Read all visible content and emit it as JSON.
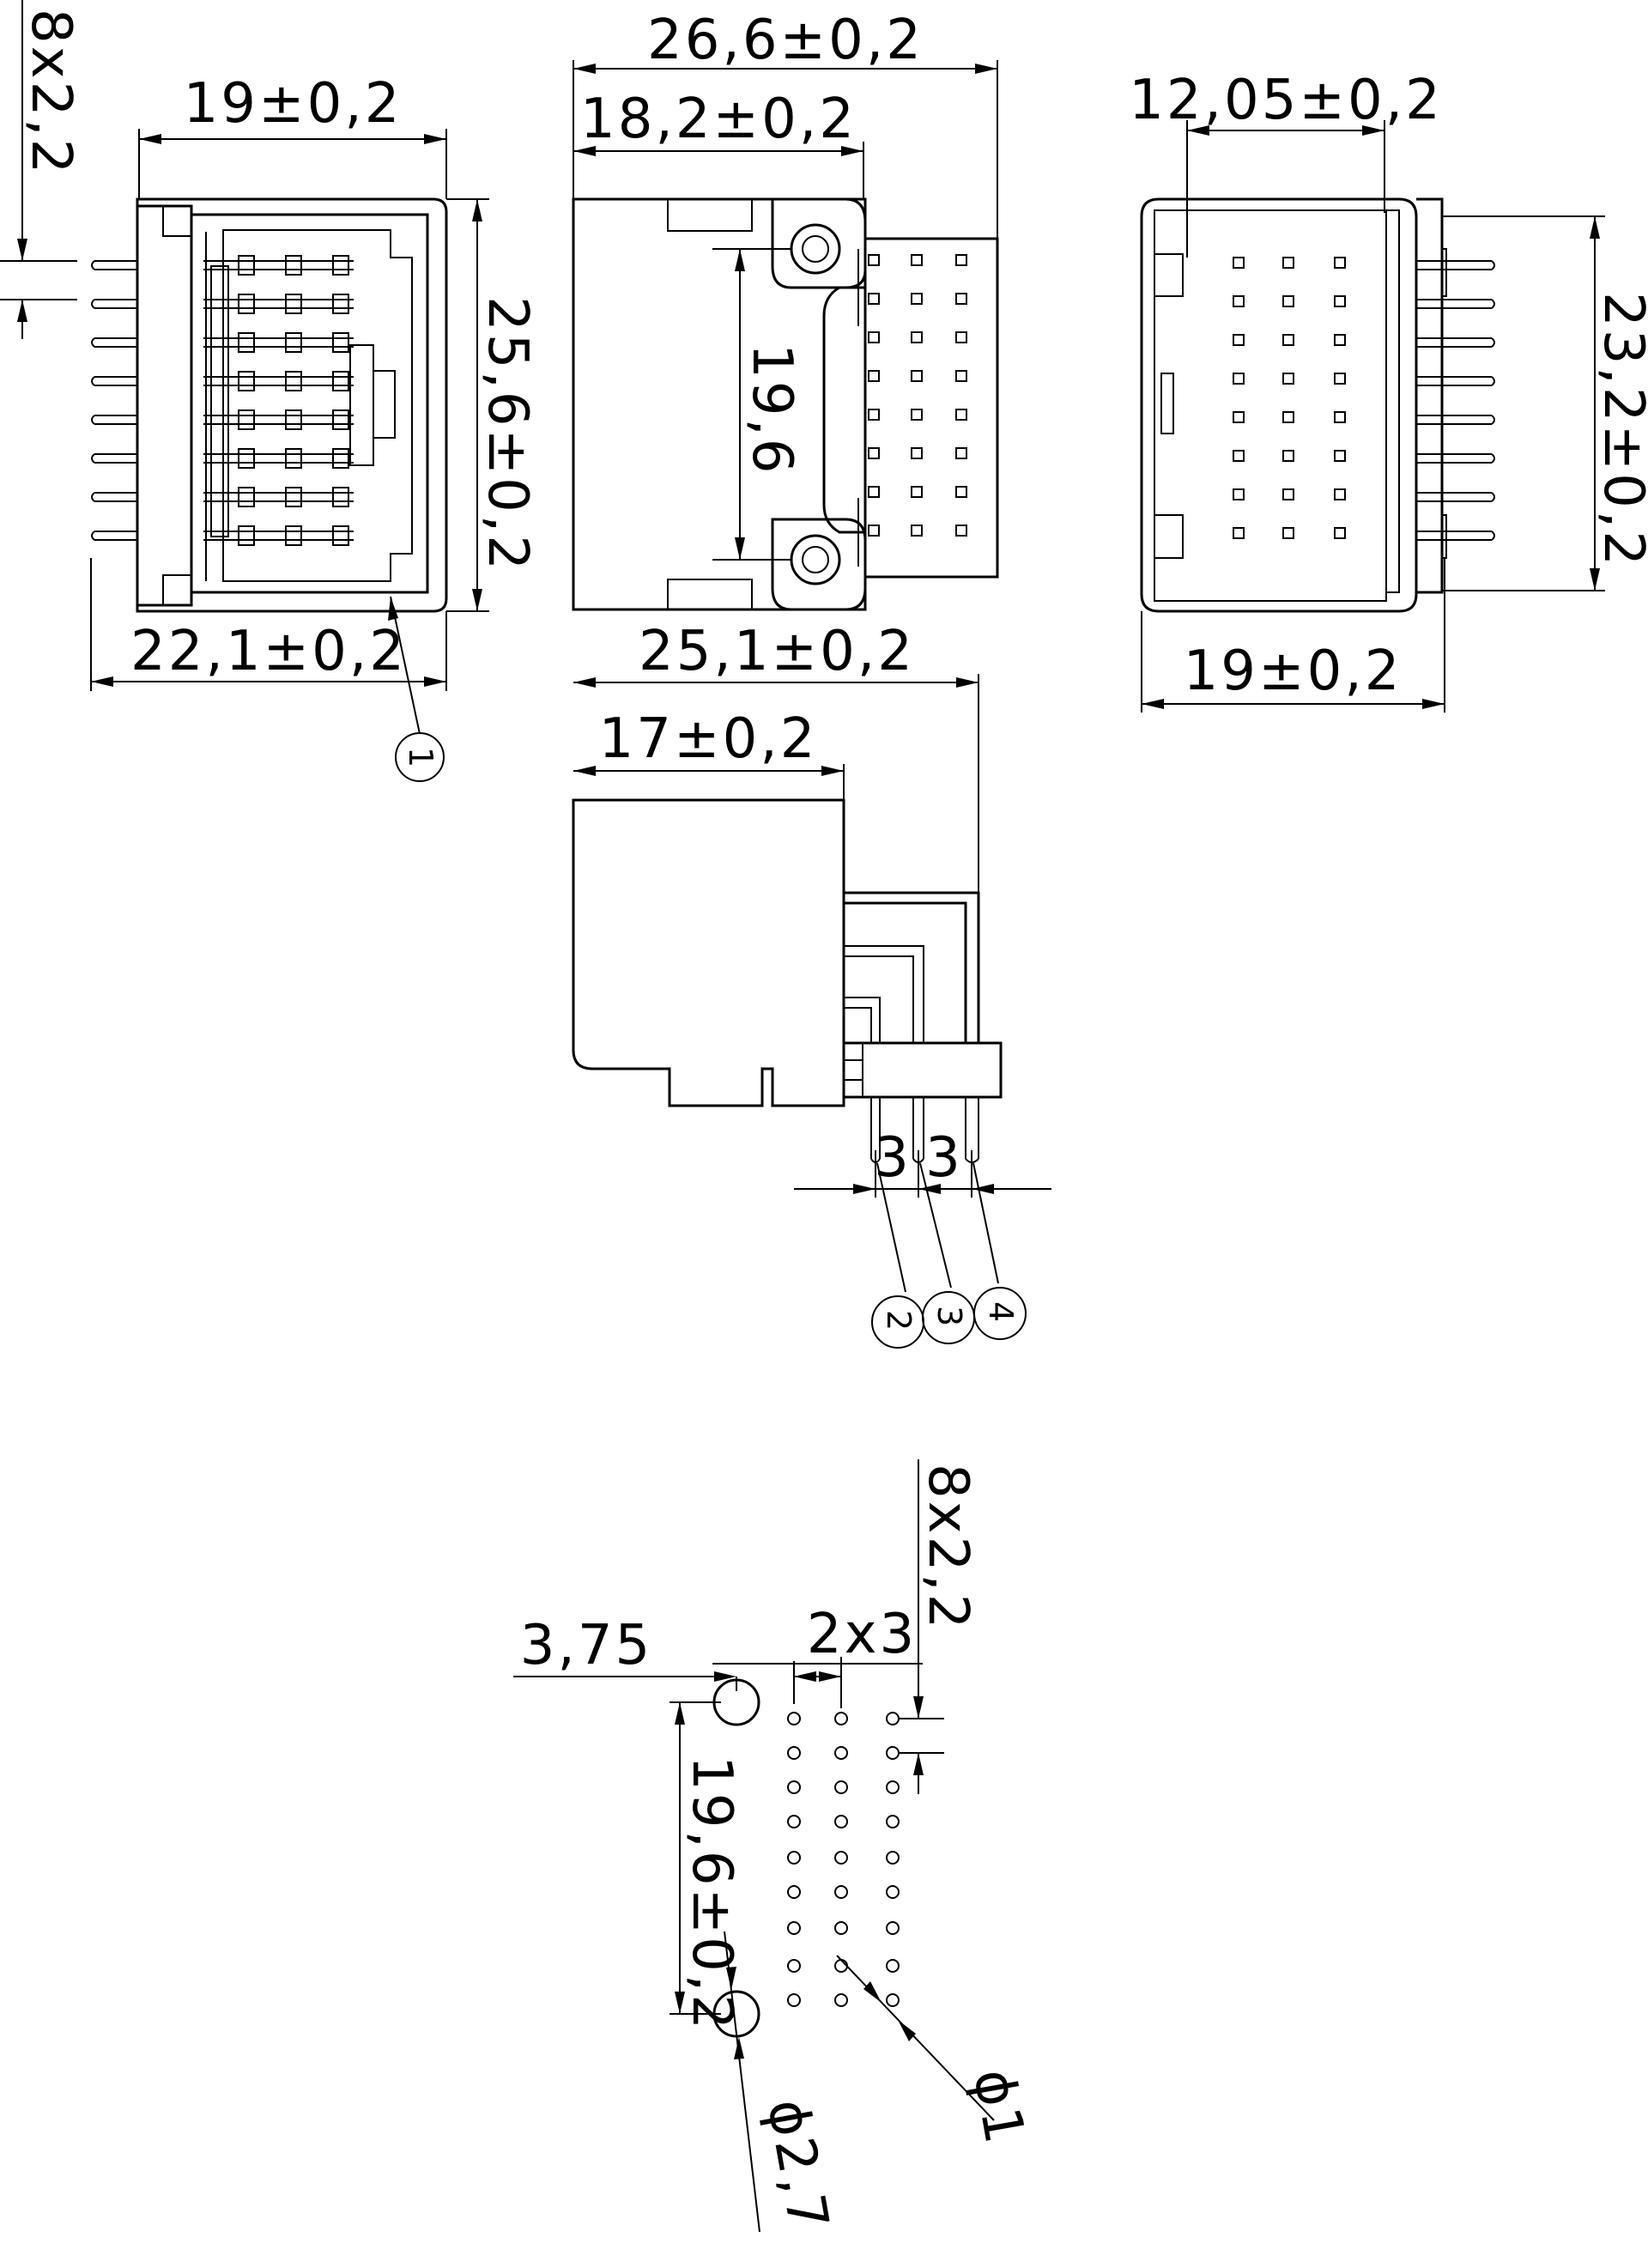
{
  "dimensions": {
    "pitch_top_left": "8x2,2",
    "width_19_top": "19±0,2",
    "height_25_6": "25,6±0,2",
    "width_22_1": "22,1±0,2",
    "width_26_6": "26,6±0,2",
    "width_18_2": "18,2±0,2",
    "height_19_6": "19,6",
    "width_12_05": "12,05±0,2",
    "height_23_2": "23,2±0,2",
    "width_19_right": "19±0,2",
    "width_25_1": "25,1±0,2",
    "width_17": "17±0,2",
    "pitch_3_a": "3",
    "pitch_3_b": "3",
    "offset_3_75": "3,75",
    "pitch_2x3": "2x3",
    "pitch_8x2_2": "8x2,2",
    "height_19_6_tol": "19,6±0,2",
    "dia_1": "ϕ1",
    "dia_2_7": "ϕ2,7"
  },
  "callouts": [
    "1",
    "2",
    "3",
    "4"
  ]
}
